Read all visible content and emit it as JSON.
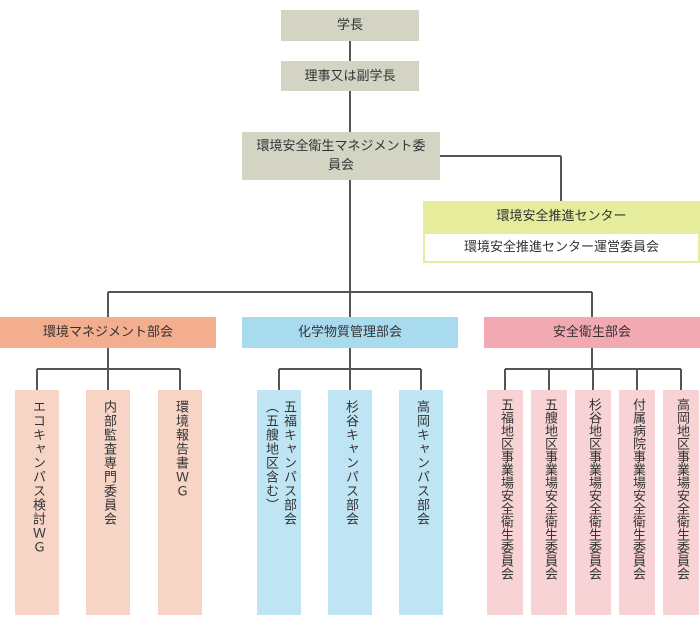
{
  "top": {
    "president": "学長",
    "director": "理事又は副学長",
    "committee": "環境安全衛生マネジメント委員会"
  },
  "center": {
    "name": "環境安全推進センター",
    "committee": "環境安全推進センター運営委員会"
  },
  "divisions": [
    {
      "name": "環境マネジメント部会",
      "groups": [
        "エコキャンパス検討ＷＧ",
        "内部監査専門委員会",
        "環境報告書ＷＧ"
      ]
    },
    {
      "name": "化学物質管理部会",
      "groups": [
        {
          "main": "五福キャンパス部会",
          "sub": "（五艘地区含む）"
        },
        {
          "main": "杉谷キャンパス部会"
        },
        {
          "main": "高岡キャンパス部会"
        }
      ]
    },
    {
      "name": "安全衛生部会",
      "groups": [
        "五福地区事業場安全衛生委員会",
        "五艘地区事業場安全衛生委員会",
        "杉谷地区事業場安全衛生委員会",
        "付属病院事業場安全衛生委員会",
        "高岡地区事業場安全衛生委員会"
      ]
    }
  ],
  "colors": {
    "line": "#555555",
    "grey": "#d4d4c5",
    "yellow": "#e5ec9c",
    "orange": "#f2ae8f",
    "orange_light": "#f6d5c7",
    "blue": "#a9dbef",
    "blue_light": "#bfe5f4",
    "pink": "#f3a9b2",
    "pink_light": "#f8d3d5"
  }
}
